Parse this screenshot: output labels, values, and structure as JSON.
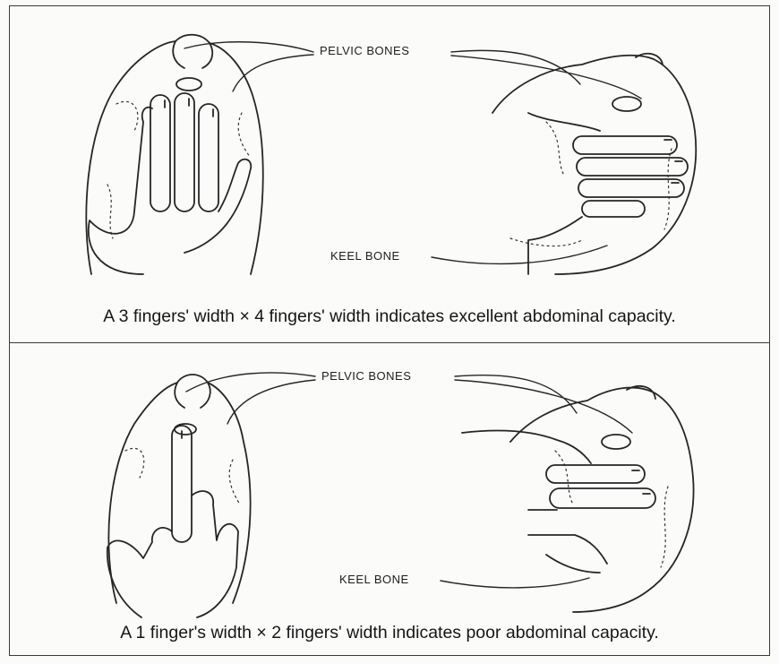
{
  "panels": [
    {
      "pelvic_label": "PELVIC BONES",
      "keel_label": "KEEL BONE",
      "caption": "A 3 fingers' width × 4 fingers' width indicates excellent abdominal capacity."
    },
    {
      "pelvic_label": "PELVIC BONES",
      "keel_label": "KEEL BONE",
      "caption": "A 1 finger's width × 2 fingers' width indicates poor abdominal capacity."
    }
  ]
}
